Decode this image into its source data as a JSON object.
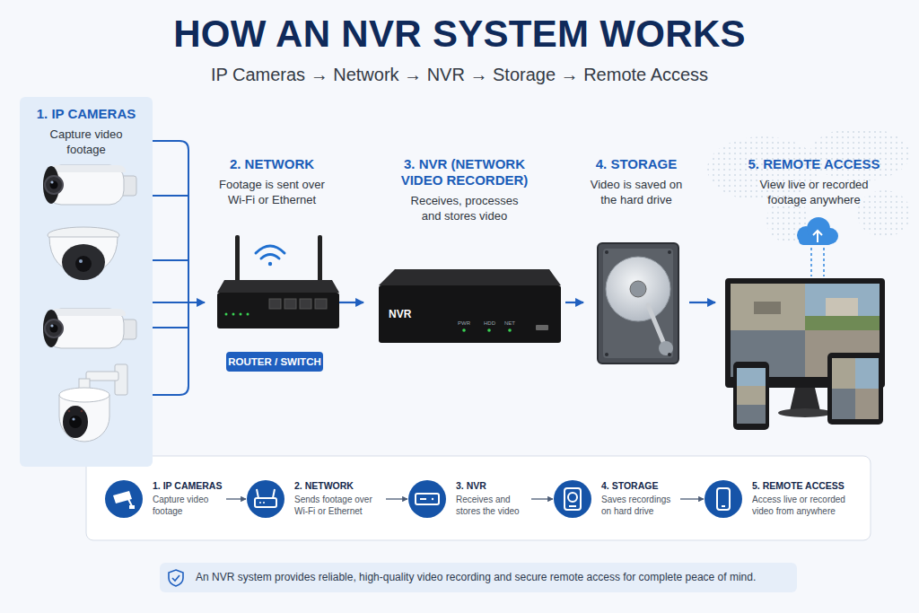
{
  "diagram": {
    "title": "HOW AN NVR SYSTEM WORKS",
    "nodes": [
      {
        "text": [
          "1. IP CAMERAS",
          "Capture video footage"
        ]
      },
      {
        "text": [
          "2. NETWORK",
          "Footage is sent over Wi-Fi or Ethernet"
        ]
      },
      {
        "text": [
          "ROUTER / SWITCH"
        ],
        "in": 1
      },
      {
        "text": [
          "3. NVR (NETWORK VIDEO RECORDER)",
          "Receives, processes and stores video"
        ]
      },
      {
        "text": [
          "4. STORAGE",
          "Video is saved on the hard drive"
        ]
      },
      {
        "text": [
          "5. REMOTE ACCESS",
          "View live or recorded footage anywhere"
        ]
      },
      {
        "text": [
          "1. IP CAMERAS",
          "Capture video footage"
        ]
      },
      {
        "text": [
          "2. NETWORK",
          "Sends footage over Wi-Fi or Ethernet"
        ]
      },
      {
        "text": [
          "3. NVR",
          "Receives and stores the video"
        ]
      },
      {
        "text": [
          "4. STORAGE",
          "Saves recordings on hard drive"
        ]
      },
      {
        "text": [
          "5. REMOTE ACCESS",
          "Access live or recorded video from anywhere"
        ]
      },
      {
        "text": [
          "An NVR system provides reliable, high-quality video recording and secure remote access for complete peace of mind."
        ]
      }
    ],
    "edges": [
      {
        "from": 0,
        "to": 1,
        "arrow": "to"
      },
      {
        "from": 1,
        "to": 3,
        "arrow": "to"
      },
      {
        "from": 3,
        "to": 4,
        "arrow": "to"
      },
      {
        "from": 4,
        "to": 5,
        "arrow": "to"
      },
      {
        "from": 6,
        "to": 7,
        "arrow": "to"
      },
      {
        "from": 7,
        "to": 8,
        "arrow": "to"
      },
      {
        "from": 8,
        "to": 9,
        "arrow": "to"
      },
      {
        "from": 9,
        "to": 10,
        "arrow": "to"
      }
    ],
    "labels": [
      "IP Cameras → Network → NVR → Storage → Remote Access",
      "NVR",
      "PWR",
      "HDD",
      "NET"
    ]
  }
}
